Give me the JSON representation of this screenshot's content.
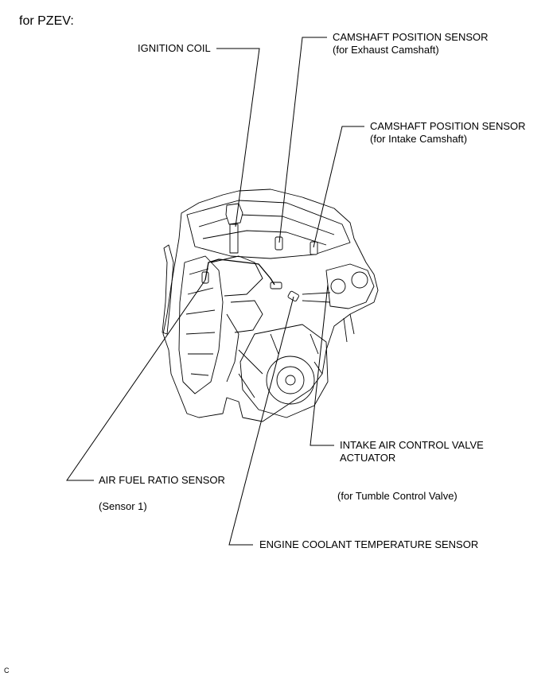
{
  "header": {
    "text": "for PZEV:"
  },
  "labels": {
    "ignition_coil": "IGNITION COIL",
    "cam_exhaust_title": "CAMSHAFT POSITION SENSOR",
    "cam_exhaust_sub": "(for Exhaust Camshaft)",
    "cam_intake_title": "CAMSHAFT POSITION SENSOR",
    "cam_intake_sub": "(for Intake Camshaft)",
    "intake_air_line1": "INTAKE AIR CONTROL VALVE",
    "intake_air_line2": "ACTUATOR",
    "intake_air_sub": "(for Tumble Control Valve)",
    "air_fuel_title": "AIR FUEL RATIO SENSOR",
    "air_fuel_sub": "(Sensor 1)",
    "coolant_temp": "ENGINE COOLANT TEMPERATURE SENSOR"
  },
  "footer": {
    "code": "C"
  }
}
